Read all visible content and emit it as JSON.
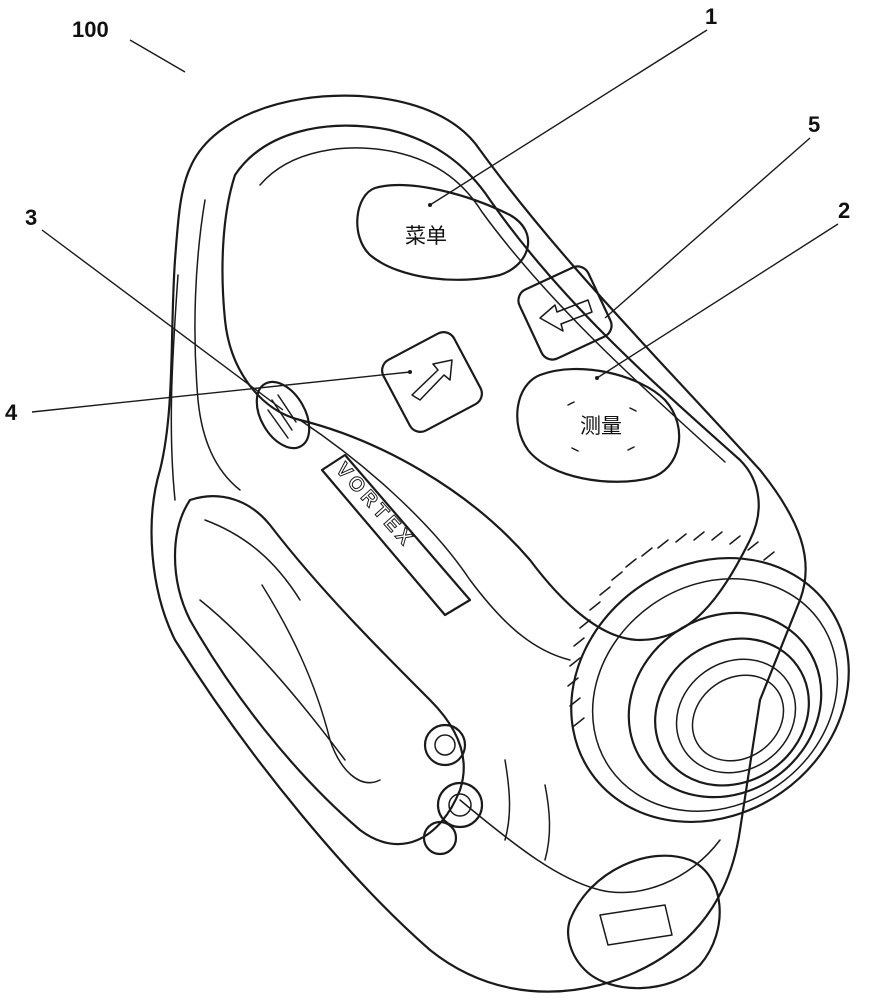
{
  "figure": {
    "device_reference": "100",
    "callouts": [
      {
        "number": "1",
        "part": "menu-button"
      },
      {
        "number": "2",
        "part": "measure-button"
      },
      {
        "number": "3",
        "part": "eyepiece-diopter"
      },
      {
        "number": "4",
        "part": "right-arrow-button"
      },
      {
        "number": "5",
        "part": "left-arrow-button"
      }
    ],
    "buttons": {
      "menu_label": "菜单",
      "measure_label": "测量"
    },
    "brand_text": "VORTEX",
    "line_color": "#1a1a1a"
  }
}
